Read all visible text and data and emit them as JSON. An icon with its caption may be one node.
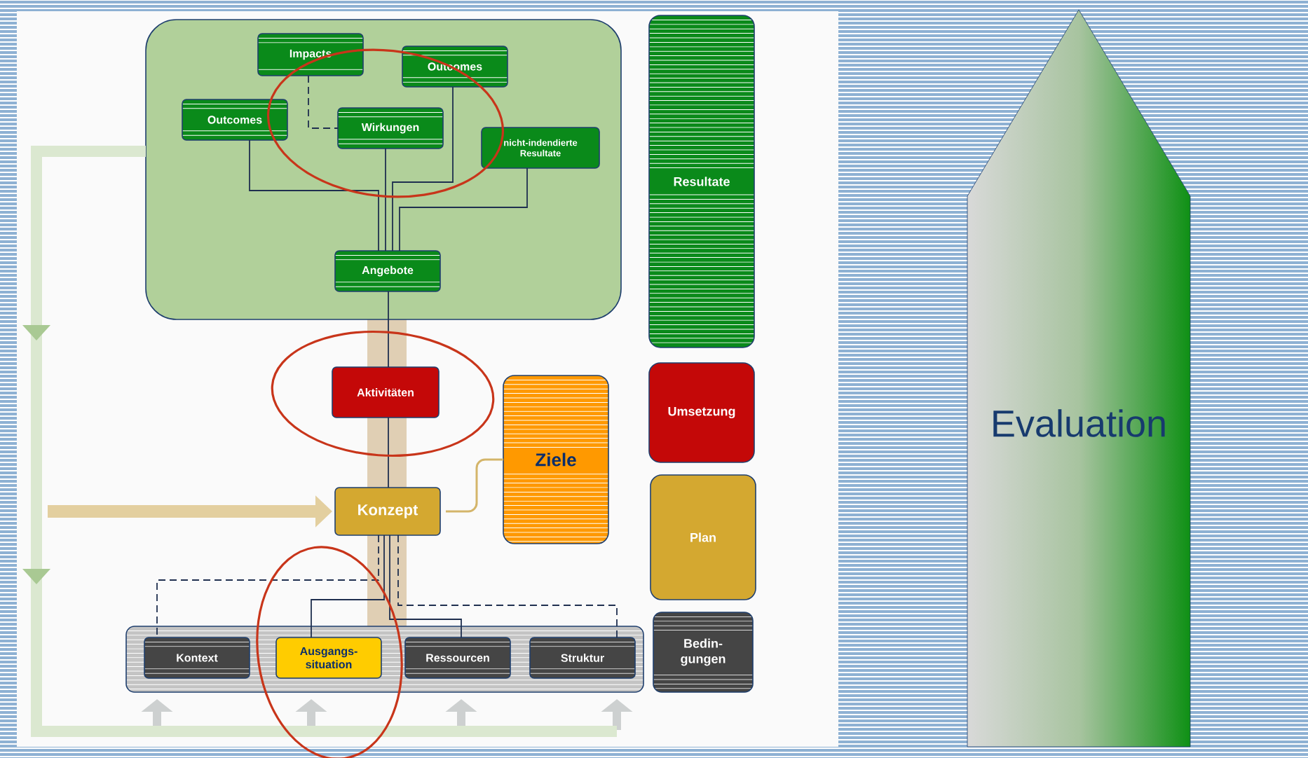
{
  "diagram": {
    "nodes": [
      {
        "text": [],
        "shape": "box"
      },
      {
        "text": [
          "Impacts"
        ],
        "in": 0
      },
      {
        "text": [
          "Outcomes"
        ],
        "in": 0
      },
      {
        "text": [
          "Outcomes"
        ],
        "in": 0
      },
      {
        "text": [
          "Wirkungen"
        ],
        "in": 0
      },
      {
        "text": [
          "nicht-indendierte Resultate"
        ],
        "in": 0
      },
      {
        "text": [
          "Angebote"
        ],
        "in": 0
      },
      {
        "text": [
          "Aktivitäten"
        ]
      },
      {
        "text": [
          "Konzept"
        ]
      },
      {
        "text": [
          "Ziele"
        ]
      },
      {
        "text": [],
        "shape": "box"
      },
      {
        "text": [
          "Kontext"
        ],
        "in": 10
      },
      {
        "text": [
          "Ausgangs- situation"
        ],
        "in": 10
      },
      {
        "text": [
          "Ressourcen"
        ],
        "in": 10
      },
      {
        "text": [
          "Struktur"
        ],
        "in": 10
      },
      {
        "text": [
          "Resultate"
        ]
      },
      {
        "text": [
          "Umsetzung"
        ]
      },
      {
        "text": [
          "Plan"
        ]
      },
      {
        "text": [
          "Bedin- gungen"
        ]
      },
      {
        "text": [
          "Evaluation"
        ]
      }
    ],
    "edges": [
      {
        "from": 1,
        "to": 4,
        "arrow": "none",
        "style": "dashed"
      },
      {
        "from": 3,
        "to": 6,
        "arrow": "none"
      },
      {
        "from": 4,
        "to": 6,
        "arrow": "none"
      },
      {
        "from": 2,
        "to": 6,
        "arrow": "none"
      },
      {
        "from": 5,
        "to": 6,
        "arrow": "none"
      },
      {
        "from": 6,
        "to": 7,
        "arrow": "none"
      },
      {
        "from": 7,
        "to": 8,
        "arrow": "none"
      },
      {
        "from": 8,
        "to": 9,
        "arrow": "none",
        "color": "#d4b56a"
      },
      {
        "from": 8,
        "to": 11,
        "arrow": "none",
        "style": "dashed"
      },
      {
        "from": 8,
        "to": 12,
        "arrow": "none"
      },
      {
        "from": 8,
        "to": 13,
        "arrow": "none"
      },
      {
        "from": 8,
        "to": 14,
        "arrow": "none",
        "style": "dashed"
      },
      {
        "from": null,
        "to": 8,
        "arrow": "to",
        "style": "thick",
        "color": "#e3cf9f"
      },
      {
        "from": null,
        "to": 10,
        "arrow": "to",
        "style": "thick",
        "color": "#cdd0d0"
      },
      {
        "from": null,
        "to": 10,
        "arrow": "to",
        "style": "thick",
        "color": "#cdd0d0"
      },
      {
        "from": null,
        "to": 10,
        "arrow": "to",
        "style": "thick",
        "color": "#cdd0d0"
      },
      {
        "from": null,
        "to": 10,
        "arrow": "to",
        "style": "thick",
        "color": "#cdd0d0"
      },
      {
        "from": 0,
        "to": null,
        "arrow": "none",
        "style": "thick",
        "color": "#dbe8d0"
      }
    ]
  }
}
